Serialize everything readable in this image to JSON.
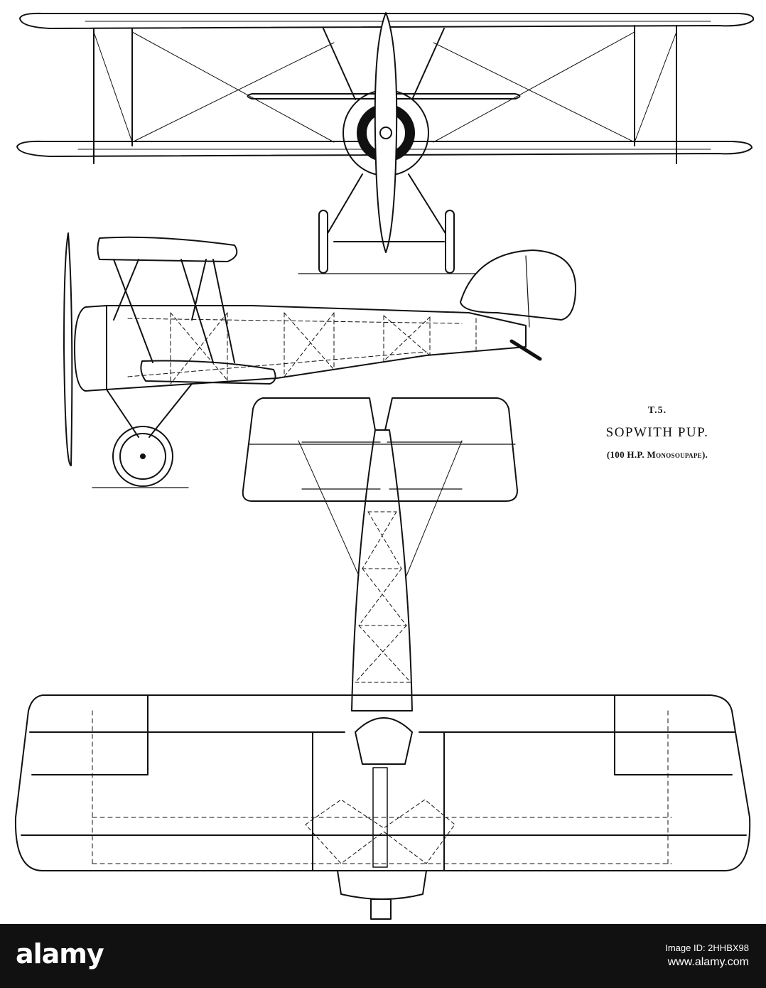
{
  "figure": {
    "code": "T.5.",
    "title": "SOPWITH  PUP.",
    "subtitle_pre": "(100 H.P. ",
    "subtitle_engine": "Monosoupape",
    "subtitle_post": ")."
  },
  "watermark": {
    "brand": "alamy",
    "image_id": "Image ID: 2HHBX98",
    "site": "www.alamy.com"
  },
  "colors": {
    "ink": "#111111",
    "paper": "#ffffff",
    "bar": "#111111"
  }
}
